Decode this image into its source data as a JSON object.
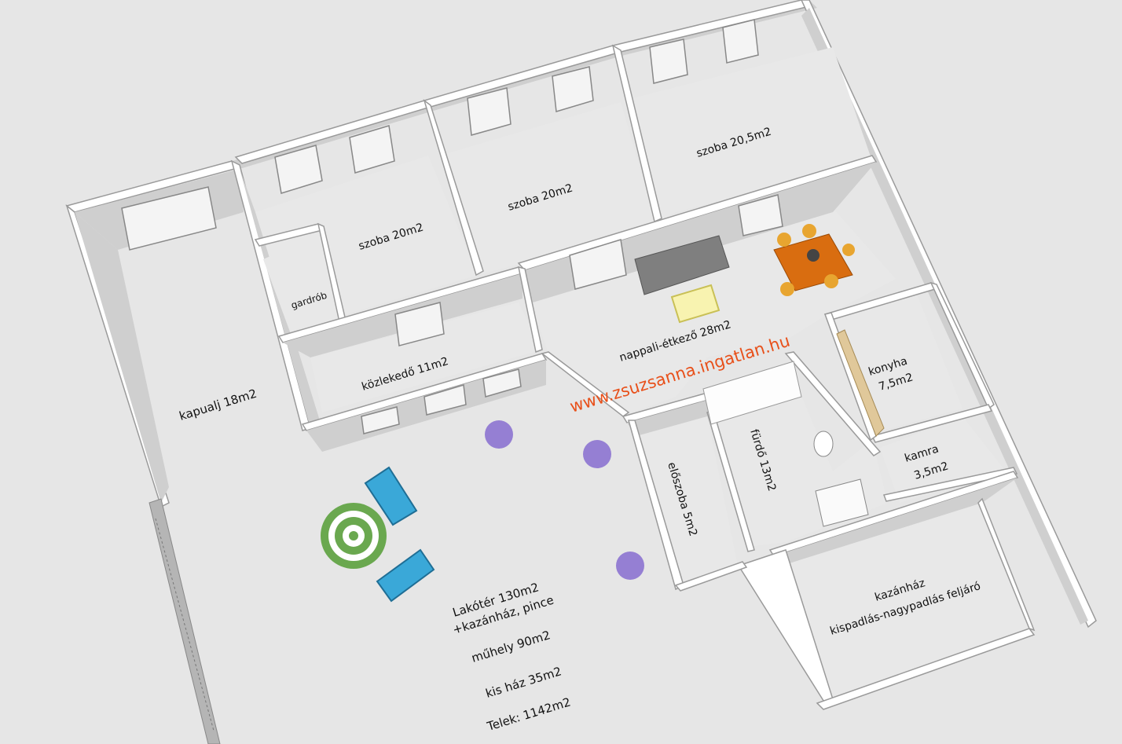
{
  "rooms": {
    "kapualj": "kapualj 18m2",
    "szoba1": "szoba 20m2",
    "szoba2": "szoba 20m2",
    "szoba3": "szoba 20,5m2",
    "gardrob": "gardrób",
    "kozlekedo": "közlekedő 11m2",
    "nappali": "nappali-étkező 28m2",
    "konyha_1": "konyha",
    "konyha_2": "7,5m2",
    "kamra_1": "kamra",
    "kamra_2": "3,5m2",
    "furdo": "fürdő 13m2",
    "eloszoba": "előszoba 5m2",
    "kazanhaz_1": "kazánház",
    "kazanhaz_2": "kispadlás-nagypadlás feljáró"
  },
  "summary": [
    "Lakótér 130m2",
    "+kazánház, pince",
    "műhely 90m2",
    "kis ház 35m2",
    "Telek: 1142m2"
  ],
  "watermark": "www.zsuzsanna.ingatlan.hu",
  "colors": {
    "watermark": "#e8501a",
    "background": "#e6e6e6",
    "table": "#d96d10",
    "lounger": "#3aa8d8",
    "umbrella": "#6aa84f",
    "lavender": "#7a5ccc"
  }
}
